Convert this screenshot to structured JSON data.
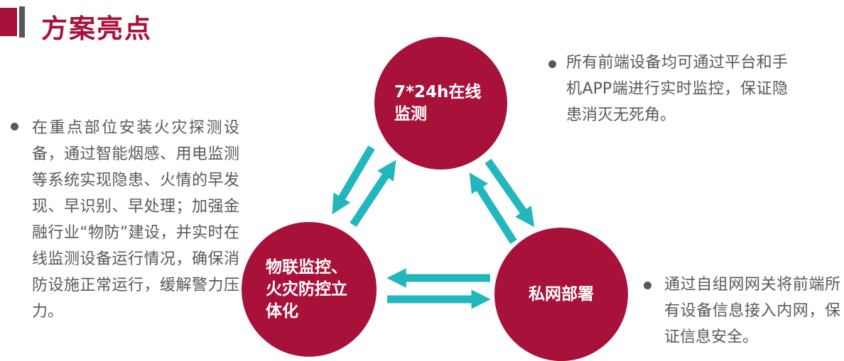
{
  "page": {
    "title": "方案亮点"
  },
  "colors": {
    "crimson": "#A8113A",
    "teal": "#22B6BD",
    "text_gray": "#595959",
    "bar_gray": "#58585B",
    "background": "#FFFFFF",
    "node_text": "#FFFFFF"
  },
  "bullets": {
    "left": "在重点部位安装火灾探测设备，通过智能烟感、用电监测等系统实现隐患、火情的早发现、早识别、早处理；加强金融行业“物防”建设，并实时在线监测设备运行情况，确保消防设施正常运行，缓解警力压力。",
    "top_right": "所有前端设备均可通过平台和手机APP端进行实时监控，保证隐患消灭无死角。",
    "bottom_right": "通过自组网网关将前端所有设备信息接入内网，保证信息安全。"
  },
  "diagram": {
    "nodes": {
      "top": {
        "label": "7*24h在线监测"
      },
      "bottom_left": {
        "label": "物联监控、火灾防控立体化"
      },
      "bottom_right": {
        "label": "私网部署"
      }
    }
  }
}
